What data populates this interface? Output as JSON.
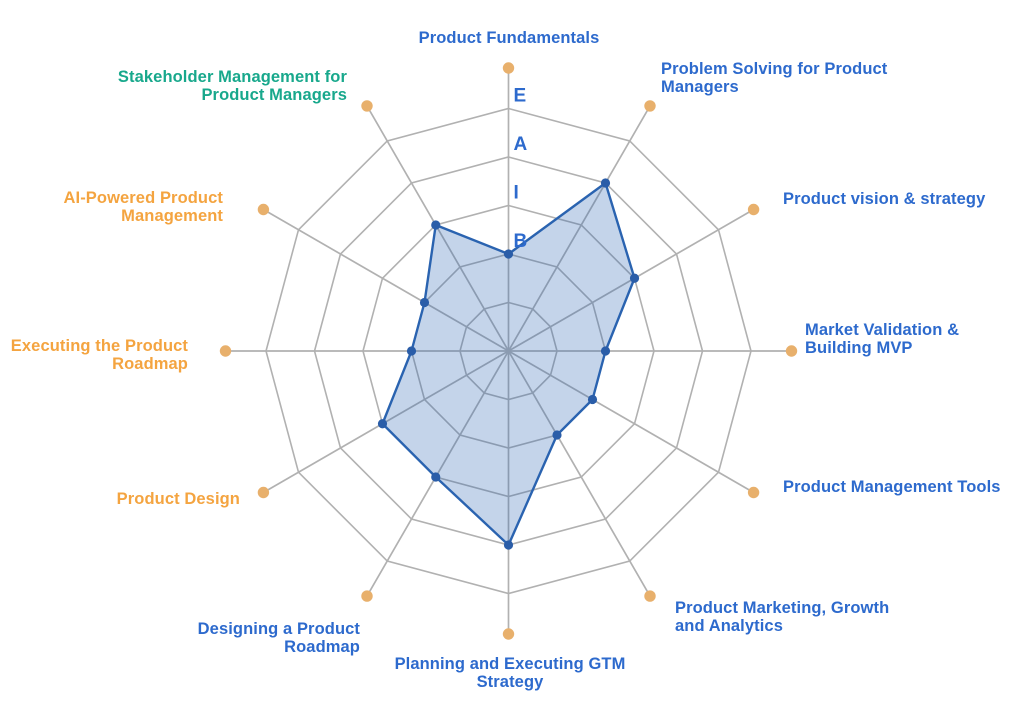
{
  "colors": {
    "label_blue": "#2d6acd",
    "label_orange": "#f4a440",
    "label_green": "#18a88c",
    "grid": "#b1b1b1",
    "axis_dot": "#e8b06c",
    "series_stroke": "#2a63b0",
    "series_fill": "rgba(43,100,178,0.28)",
    "series_point": "#2a5da8",
    "level_text": "#2d6acd"
  },
  "chart_data": {
    "type": "radar",
    "title": "",
    "categories": [
      "Product Fundamentals",
      "Problem Solving for Product Managers",
      "Product vision & strategy",
      "Market Validation & Building MVP",
      "Product Management Tools",
      "Product Marketing, Growth and Analytics",
      "Planning and Executing GTM Strategy",
      "Designing a Product Roadmap",
      "Product Design",
      "Executing the Product Roadmap",
      "AI-Powered Product Management",
      "Stakeholder Management for Product Managers"
    ],
    "values": [
      2,
      4,
      3,
      2,
      2,
      2,
      4,
      3,
      3,
      2,
      2,
      3
    ],
    "scale": {
      "min": 0,
      "max": 5,
      "rings": 5
    },
    "level_ticks": [
      {
        "label": "B",
        "value": 2
      },
      {
        "label": "I",
        "value": 3
      },
      {
        "label": "A",
        "value": 4
      },
      {
        "label": "E",
        "value": 5
      }
    ],
    "legend": "none",
    "grid": "on",
    "labels": [
      {
        "text": "Product Fundamentals",
        "color": "blue"
      },
      {
        "text": "Problem Solving for Product\nManagers",
        "color": "blue"
      },
      {
        "text": "Product vision & strategy",
        "color": "blue"
      },
      {
        "text": "Market Validation &\nBuilding MVP",
        "color": "blue"
      },
      {
        "text": "Product Management Tools",
        "color": "blue"
      },
      {
        "text": "Product Marketing, Growth\nand Analytics",
        "color": "blue"
      },
      {
        "text": "Planning and Executing GTM\nStrategy",
        "color": "blue"
      },
      {
        "text": "Designing a Product\nRoadmap",
        "color": "blue"
      },
      {
        "text": "Product Design",
        "color": "orange"
      },
      {
        "text": "Executing the Product\nRoadmap",
        "color": "orange"
      },
      {
        "text": "AI-Powered Product\nManagement",
        "color": "orange"
      },
      {
        "text": "Stakeholder Management for\nProduct Managers",
        "color": "green"
      }
    ]
  }
}
